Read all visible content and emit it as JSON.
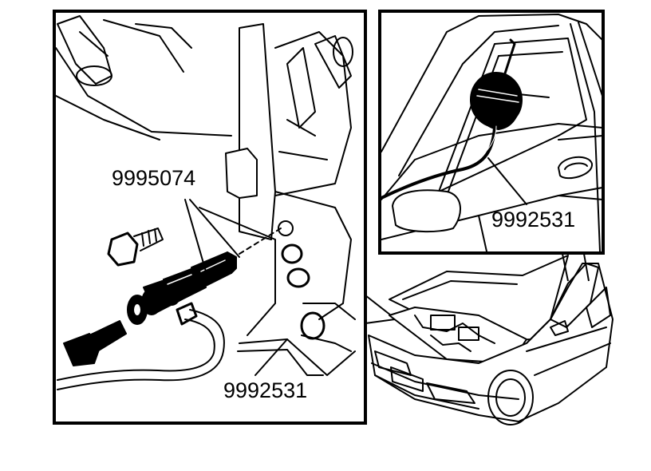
{
  "diagram": {
    "callouts": {
      "left_upper_label": "9995074",
      "left_lower_label": "9992531",
      "right_label": "9992531"
    },
    "colors": {
      "ink": "#000000",
      "paper": "#ffffff"
    }
  }
}
